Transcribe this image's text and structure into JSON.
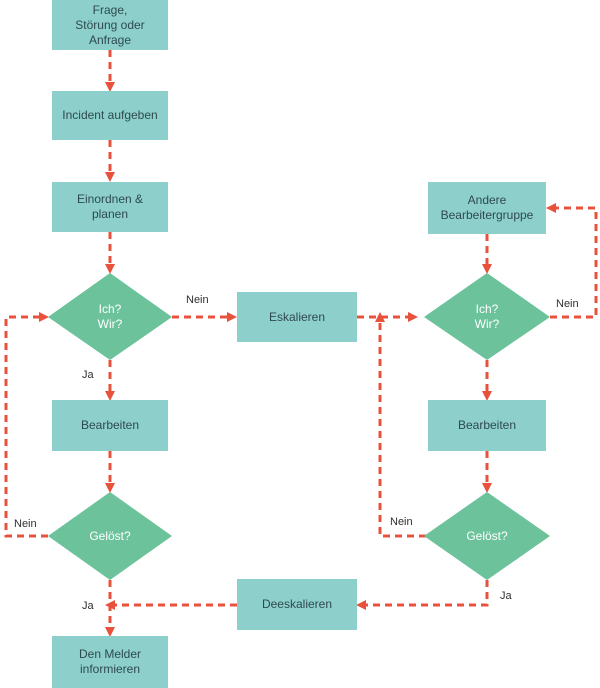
{
  "colors": {
    "box_fill": "#8ccfcb",
    "diamond_fill": "#6cc39b",
    "connector": "#e8513c",
    "box_text": "#2f4a4f",
    "diamond_text": "#ffffff"
  },
  "nodes": {
    "question": "Frage,\nStörung oder\nAnfrage",
    "submit_incident": "Incident aufgeben",
    "classify_plan": "Einordnen &\nplanen",
    "decision_me_us_left": "Ich?\nWir?",
    "process_left": "Bearbeiten",
    "decision_solved_left": "Gelöst?",
    "inform_reporter": "Den Melder\ninformieren",
    "escalate": "Eskalieren",
    "deescalate": "Deeskalieren",
    "other_group": "Andere\nBearbeitergruppe",
    "decision_me_us_right": "Ich?\nWir?",
    "process_right": "Bearbeiten",
    "decision_solved_right": "Gelöst?"
  },
  "edge_labels": {
    "left_me_us_no": "Nein",
    "left_me_us_yes": "Ja",
    "left_solved_no": "Nein",
    "left_solved_yes": "Ja",
    "right_me_us_no": "Nein",
    "right_solved_no": "Nein",
    "right_solved_yes": "Ja"
  }
}
